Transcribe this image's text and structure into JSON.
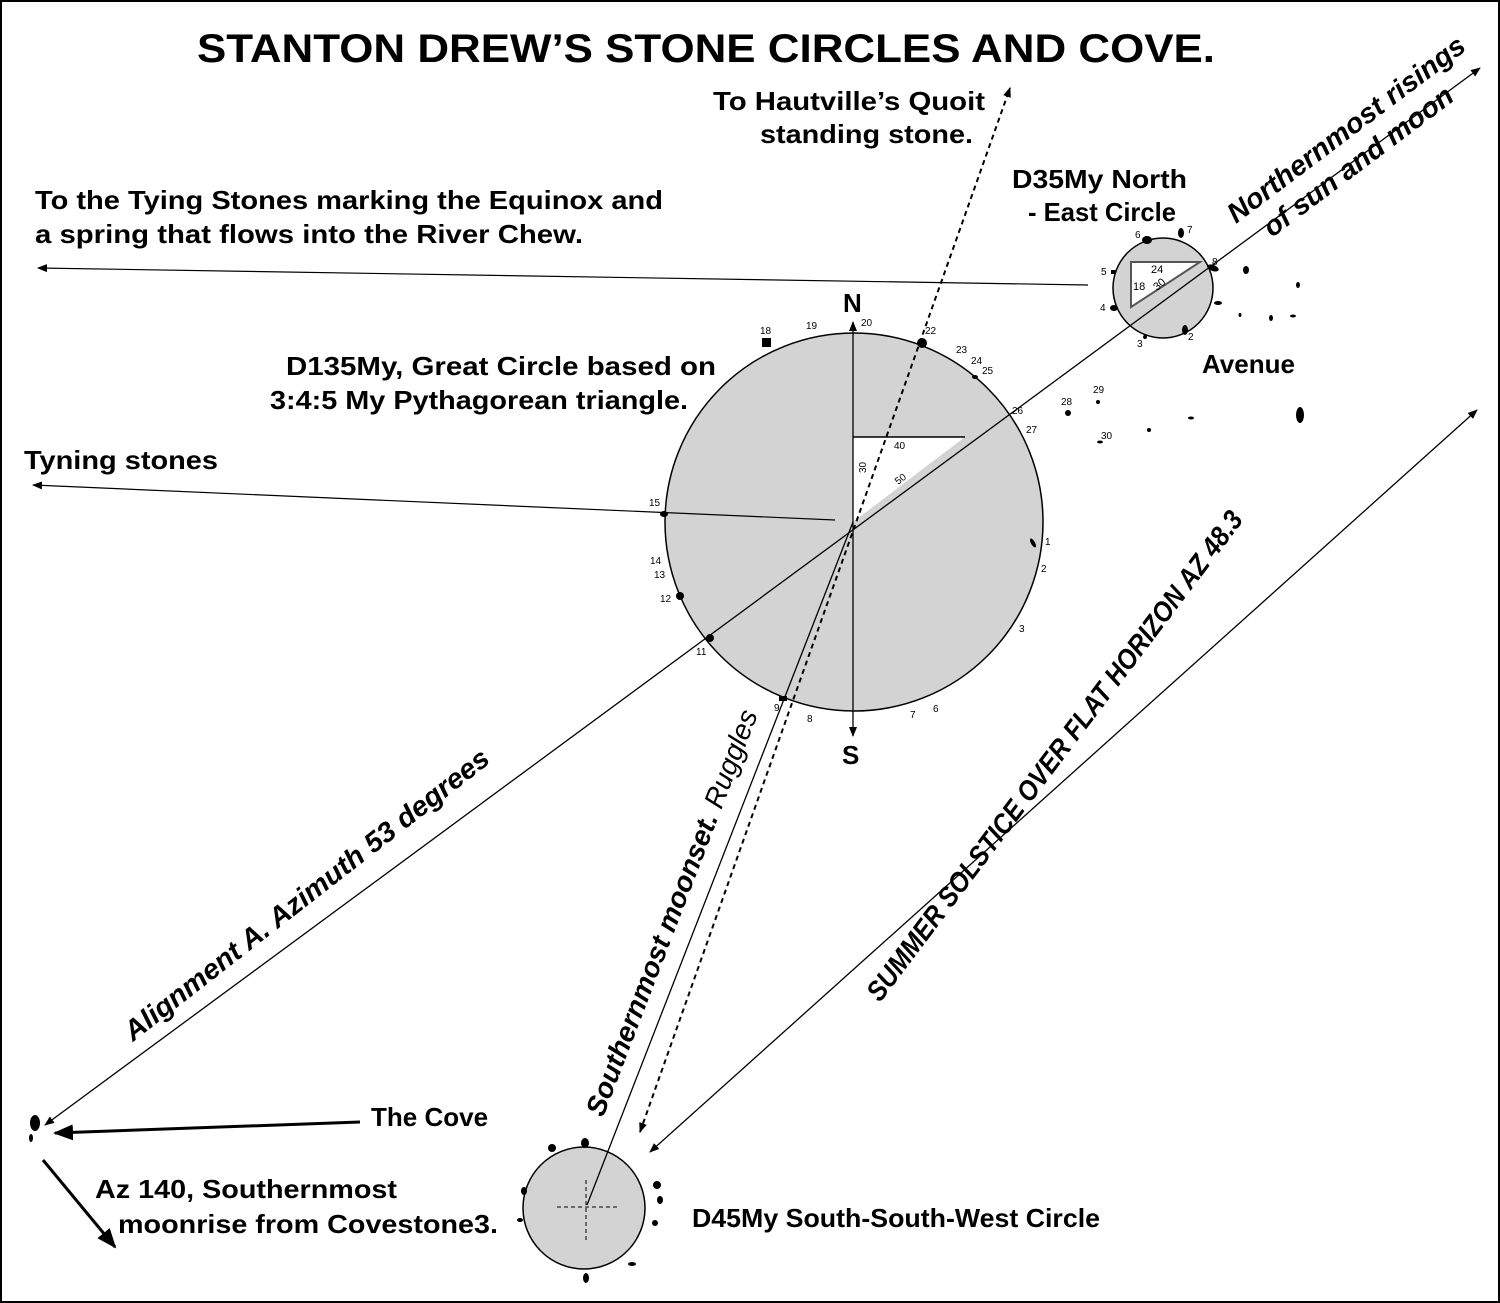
{
  "title": "STANTON DREW’S STONE CIRCLES AND COVE.",
  "labels": {
    "hautville_1": "To Hautville’s Quoit",
    "hautville_2": "standing stone.",
    "ne_circle_1": "D35My North",
    "ne_circle_2": "- East Circle",
    "tying_1": "To the Tying Stones marking the Equinox and",
    "tying_2": " a spring that flows into the River Chew.",
    "great_circle_1": "D135My, Great Circle based on",
    "great_circle_2": "3:4:5 My Pythagorean triangle.",
    "tyning": "Tyning stones",
    "avenue": "Avenue",
    "north": "N",
    "south": "S",
    "cove": "The Cove",
    "az140_1": "Az 140, Southernmost",
    "az140_2": "moonrise from Covestone3.",
    "ssw_circle": "D45My South-South-West Circle",
    "northernmost_1": "Northernmost risings",
    "northernmost_2": "of sun and moon",
    "alignment_a": "Alignment A. Azimuth 53 degrees",
    "moonset": "Southernmost moonset.",
    "ruggles": " Ruggles",
    "solstice": "SUMMER SOLSTICE OVER FLAT HORIZON AZ 48.3"
  },
  "great_circle_triangle": {
    "a": "30",
    "b": "40",
    "c": "50"
  },
  "ne_circle_triangle": {
    "a": "18",
    "b": "24",
    "c": "30"
  },
  "great_circle_stones": [
    "1",
    "2",
    "3",
    "6",
    "7",
    "8",
    "9",
    "11",
    "12",
    "13",
    "14",
    "15",
    "18",
    "19",
    "20",
    "22",
    "23",
    "24",
    "25",
    "26",
    "27",
    "28",
    "29",
    "30"
  ],
  "ne_circle_stones": [
    "2",
    "3",
    "4",
    "5",
    "6",
    "7",
    "8"
  ]
}
